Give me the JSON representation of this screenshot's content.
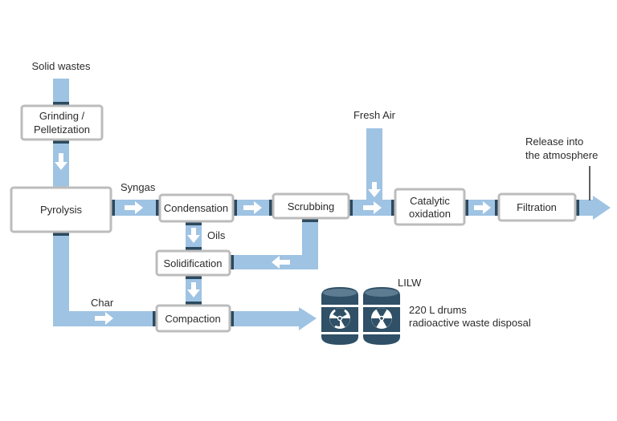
{
  "colors": {
    "pipe": "#9fc3e3",
    "box_border": "#bcbcbc",
    "connector": "#2c4a5f",
    "drum": "#2f5066",
    "arrow": "#ffffff",
    "text": "#2b2b2b"
  },
  "nodes": {
    "grinding_line1": "Grinding /",
    "grinding_line2": "Pelletization",
    "pyrolysis": "Pyrolysis",
    "condensation": "Condensation",
    "scrubbing": "Scrubbing",
    "catalytic_line1": "Catalytic",
    "catalytic_line2": "oxidation",
    "filtration": "Filtration",
    "solidification": "Solidification",
    "compaction": "Compaction"
  },
  "labels": {
    "solid_wastes": "Solid wastes",
    "syngas": "Syngas",
    "fresh_air": "Fresh Air",
    "release_line1": "Release into",
    "release_line2": "the atmosphere",
    "oils": "Oils",
    "char": "Char",
    "lilw": "LILW",
    "drums_line1": "220 L drums",
    "drums_line2": "radioactive waste disposal"
  },
  "icons": {
    "drum": "radioactive-drum-icon"
  }
}
